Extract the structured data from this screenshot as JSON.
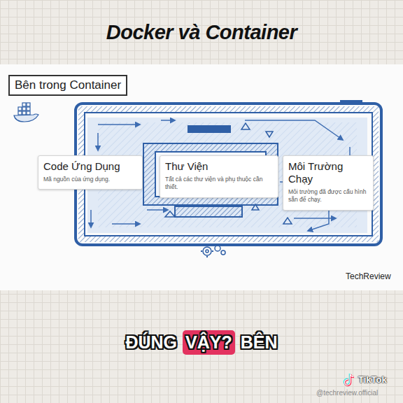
{
  "diagram": {
    "title": "Docker và Container",
    "nodes": [
      {
        "text": [
          "Bên trong Container"
        ]
      },
      {
        "text": [
          "Code Ứng Dụng",
          "Mã nguồn của ứng dụng."
        ]
      },
      {
        "text": [
          "Thư Viện",
          "Tất cả các thư viện và phụ thuộc cần thiết."
        ]
      },
      {
        "text": [
          "Môi Trường Chạy",
          "Môi trường đã được cấu hình sẵn để chạy."
        ]
      }
    ],
    "labels": [
      "TechReview",
      "ĐÚNG",
      "VẬY?",
      "BÊN",
      "TikTok",
      "@techreview.official"
    ]
  }
}
